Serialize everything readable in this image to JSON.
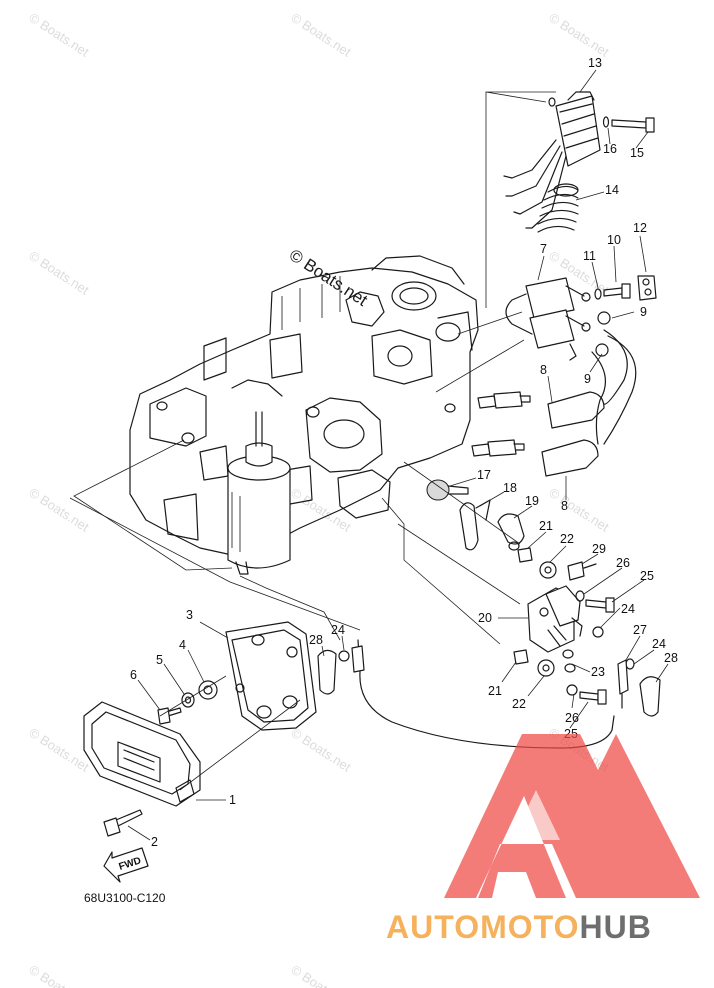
{
  "diagram_code": "68U3100-C120",
  "fwd_label": "FWD",
  "watermark_text": "© Boats.net",
  "brand": {
    "part_a": "AUTOMOTO",
    "part_b": "HUB",
    "color_a": "#f6b15c",
    "color_b": "#6e6e6e",
    "logo_color": "#ef4a45"
  },
  "callouts": [
    "1",
    "2",
    "3",
    "4",
    "5",
    "6",
    "7",
    "8",
    "8",
    "9",
    "9",
    "10",
    "11",
    "12",
    "13",
    "14",
    "15",
    "16",
    "17",
    "18",
    "19",
    "20",
    "21",
    "21",
    "22",
    "22",
    "23",
    "24",
    "24",
    "24",
    "25",
    "25",
    "26",
    "26",
    "27",
    "28",
    "28",
    "29"
  ]
}
